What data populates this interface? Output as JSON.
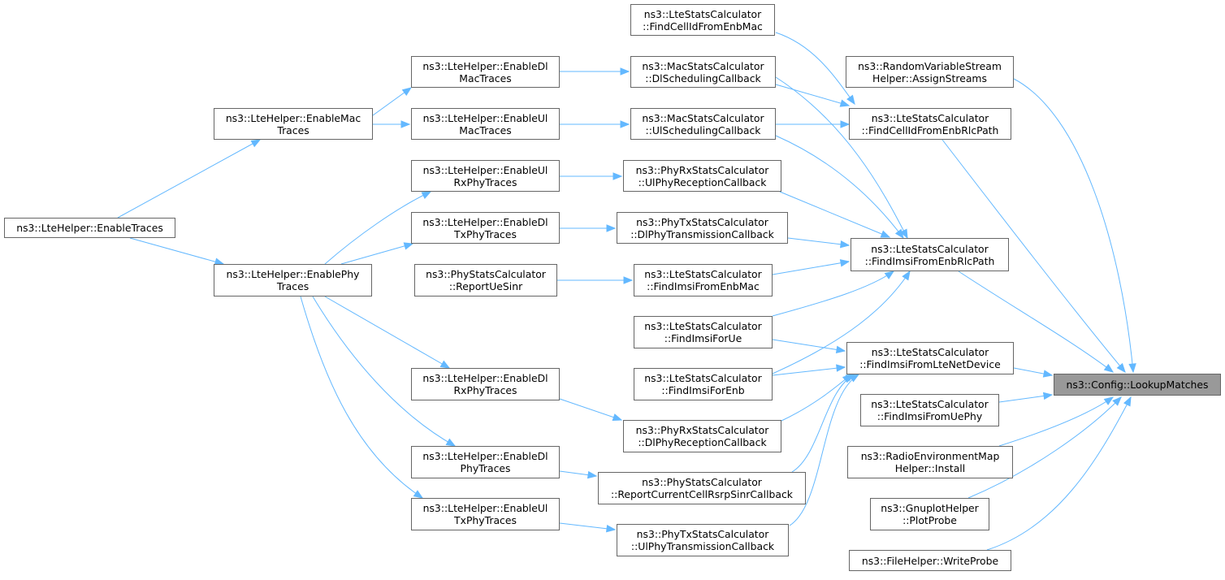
{
  "colors": {
    "edge": "#63b8ff",
    "node_border": "#666666",
    "node_fill": "#ffffff",
    "target_fill": "#999999"
  },
  "nodes": {
    "find_cellid_enbmac": {
      "line1": "ns3::LteStatsCalculator",
      "line2": "::FindCellIdFromEnbMac"
    },
    "random_var_stream": {
      "line1": "ns3::RandomVariableStream",
      "line2": "Helper::AssignStreams"
    },
    "enable_dl_mac": {
      "line1": "ns3::LteHelper::EnableDl",
      "line2": "MacTraces"
    },
    "mac_dl_sched": {
      "line1": "ns3::MacStatsCalculator",
      "line2": "::DlSchedulingCallback"
    },
    "enable_mac": {
      "line1": "ns3::LteHelper::EnableMac",
      "line2": "Traces"
    },
    "enable_ul_mac": {
      "line1": "ns3::LteHelper::EnableUl",
      "line2": "MacTraces"
    },
    "mac_ul_sched": {
      "line1": "ns3::MacStatsCalculator",
      "line2": "::UlSchedulingCallback"
    },
    "find_cellid_rlc": {
      "line1": "ns3::LteStatsCalculator",
      "line2": "::FindCellIdFromEnbRlcPath"
    },
    "enable_ul_rxphy": {
      "line1": "ns3::LteHelper::EnableUl",
      "line2": "RxPhyTraces"
    },
    "phyrx_ul_reception": {
      "line1": "ns3::PhyRxStatsCalculator",
      "line2": "::UlPhyReceptionCallback"
    },
    "enable_traces": {
      "line1": "ns3::LteHelper::EnableTraces"
    },
    "enable_dl_txphy": {
      "line1": "ns3::LteHelper::EnableDl",
      "line2": "TxPhyTraces"
    },
    "phytx_dl_transmission": {
      "line1": "ns3::PhyTxStatsCalculator",
      "line2": "::DlPhyTransmissionCallback"
    },
    "find_imsi_rlc": {
      "line1": "ns3::LteStatsCalculator",
      "line2": "::FindImsiFromEnbRlcPath"
    },
    "enable_phy": {
      "line1": "ns3::LteHelper::EnablePhy",
      "line2": "Traces"
    },
    "report_ue_sinr": {
      "line1": "ns3::PhyStatsCalculator",
      "line2": "::ReportUeSinr"
    },
    "find_imsi_enbmac": {
      "line1": "ns3::LteStatsCalculator",
      "line2": "::FindImsiFromEnbMac"
    },
    "find_imsi_for_ue": {
      "line1": "ns3::LteStatsCalculator",
      "line2": "::FindImsiForUe"
    },
    "find_imsi_lte_dev": {
      "line1": "ns3::LteStatsCalculator",
      "line2": "::FindImsiFromLteNetDevice"
    },
    "enable_dl_rxphy": {
      "line1": "ns3::LteHelper::EnableDl",
      "line2": "RxPhyTraces"
    },
    "find_imsi_for_enb": {
      "line1": "ns3::LteStatsCalculator",
      "line2": "::FindImsiForEnb"
    },
    "lookup_matches": {
      "line1": "ns3::Config::LookupMatches"
    },
    "find_imsi_uephy": {
      "line1": "ns3::LteStatsCalculator",
      "line2": "::FindImsiFromUePhy"
    },
    "phyrx_dl_reception": {
      "line1": "ns3::PhyRxStatsCalculator",
      "line2": "::DlPhyReceptionCallback"
    },
    "enable_dl_phy": {
      "line1": "ns3::LteHelper::EnableDl",
      "line2": "PhyTraces"
    },
    "radio_env_map": {
      "line1": "ns3::RadioEnvironmentMap",
      "line2": "Helper::Install"
    },
    "report_rsrp_sinr": {
      "line1": "ns3::PhyStatsCalculator",
      "line2": "::ReportCurrentCellRsrpSinrCallback"
    },
    "gnuplot_plotprobe": {
      "line1": "ns3::GnuplotHelper",
      "line2": "::PlotProbe"
    },
    "enable_ul_txphy": {
      "line1": "ns3::LteHelper::EnableUl",
      "line2": "TxPhyTraces"
    },
    "phytx_ul_transmission": {
      "line1": "ns3::PhyTxStatsCalculator",
      "line2": "::UlPhyTransmissionCallback"
    },
    "file_writeprobe": {
      "line1": "ns3::FileHelper::WriteProbe"
    }
  }
}
